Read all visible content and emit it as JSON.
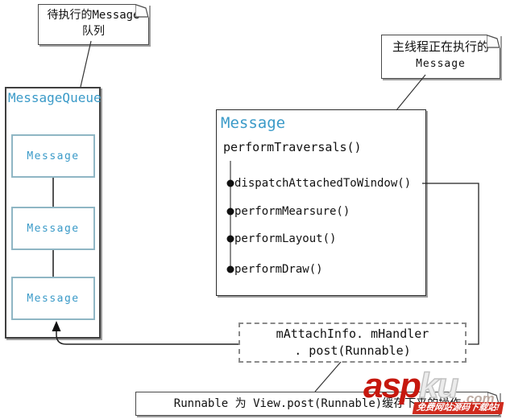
{
  "colors": {
    "accent_teal": "#3a9ac8",
    "box_border": "#3f3f3f",
    "inner_box_border": "#8fb6c4",
    "shadow": "#9e9e9e",
    "dashed_border": "#8a8a8a",
    "watermark_red": "#c6180e"
  },
  "notes": {
    "pending": {
      "line1": "待执行的Message",
      "line2": "队列"
    },
    "executing": {
      "line1": "主线程正在执行的",
      "line2": "Message"
    },
    "runnable": {
      "text": "Runnable 为 View.post(Runnable)缓存下来的操作"
    }
  },
  "queue": {
    "title": "MessageQueue",
    "items": [
      "Message",
      "Message",
      "Message"
    ]
  },
  "main": {
    "title": "Message",
    "method": "performTraversals()",
    "calls": [
      "dispatchAttachedToWindow()",
      "performMearsure()",
      "performLayout()",
      "performDraw()"
    ]
  },
  "handler": {
    "line1": "mAttachInfo. mHandler",
    "line2": ". post(Runnable)"
  },
  "watermark": {
    "asp": "asp",
    "ku": "ku",
    "com": ".com",
    "badge": "免费网站源码下载站!"
  }
}
